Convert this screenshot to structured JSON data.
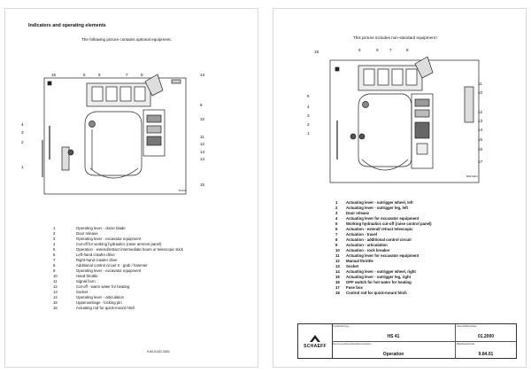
{
  "left_page": {
    "heading": "Indicators and operating elements",
    "subtitle": "The following picture contains optional equipment.",
    "figure_ref": "B4100",
    "callouts": [
      "1",
      "2",
      "3",
      "4",
      "5",
      "6",
      "7",
      "8",
      "9",
      "10",
      "11",
      "12",
      "13",
      "14",
      "15",
      "16"
    ],
    "legend": [
      {
        "num": "1",
        "text": "Operating lever - dozer blade"
      },
      {
        "num": "2",
        "text": "Door release"
      },
      {
        "num": "3",
        "text": "Operating lever - excavator equipment"
      },
      {
        "num": "4",
        "text": "Cut-off for working hydraulics (raise armrest panel)"
      },
      {
        "num": "5",
        "text": "Operation - extend/retract intermediate boom or telescopic stick"
      },
      {
        "num": "6",
        "text": "Left-hand crawler drive"
      },
      {
        "num": "7",
        "text": "Right-hand crawler drive"
      },
      {
        "num": "8",
        "text": "Additional control circuit II - grab / hammer"
      },
      {
        "num": "9",
        "text": "Operating lever - excavator equipment"
      },
      {
        "num": "10",
        "text": "Hand throttle"
      },
      {
        "num": "11",
        "text": "Signal horn"
      },
      {
        "num": "12",
        "text": "Cut-off - warm water for heating"
      },
      {
        "num": "13",
        "text": "Socket"
      },
      {
        "num": "14",
        "text": "Operating lever - articulation"
      },
      {
        "num": "15",
        "text": "Upperoarriage - locking pin"
      },
      {
        "num": "16",
        "text": "Actuating rod for quick-mount hitch"
      }
    ],
    "doc_ref": "9.84.01/02.2001"
  },
  "right_page": {
    "subtitle": "This picture includes non-standard equipment !",
    "figure_ref": "B8410EN",
    "callouts": [
      "1",
      "2",
      "3",
      "4",
      "5",
      "6",
      "7",
      "8",
      "9",
      "10",
      "11",
      "12",
      "13",
      "14",
      "15",
      "16",
      "17",
      "18"
    ],
    "legend": [
      {
        "num": "1",
        "text": "Actuating lever - outrigger wheel, left"
      },
      {
        "num": "2",
        "text": "Actuating lever - outrigger leg, left"
      },
      {
        "num": "3",
        "text": "Door release"
      },
      {
        "num": "4",
        "text": "Actuating lever for excavator equipment"
      },
      {
        "num": "5",
        "text": "Working hydraulics cut-off (raise control panel)"
      },
      {
        "num": "6",
        "text": "Actuation - extend/ retract telescopic"
      },
      {
        "num": "7",
        "text": "Actuation - travel"
      },
      {
        "num": "8",
        "text": "Actuation - additional control circuit"
      },
      {
        "num": "9",
        "text": "Actuation - articulation"
      },
      {
        "num": "10",
        "text": "Actuation - rock breaker"
      },
      {
        "num": "11",
        "text": "Actuating lever for excavator equipment"
      },
      {
        "num": "12",
        "text": "Manual throttle"
      },
      {
        "num": "13",
        "text": "Socket"
      },
      {
        "num": "14",
        "text": "Actuating lever - outrigger wheel, right"
      },
      {
        "num": "15",
        "text": "Actuating lever - outrigger leg, right"
      },
      {
        "num": "16",
        "text": "OFF switch for hot water for heating"
      },
      {
        "num": "17",
        "text": "Fuse box"
      },
      {
        "num": "18",
        "text": "Control rod for quick-mount hitch"
      }
    ],
    "title_block": {
      "brand": "SCHAEFF",
      "type_label": "Typ/Model/Type",
      "type_value": "HS 41",
      "date_label": "Datum/Edition/Data",
      "date_value": "01.2000",
      "desc_label": "Benennung/Description/Dénomination",
      "desc_value": "Operation",
      "page_label": "Blatt/Page/Feuille",
      "page_value": "9.84.01"
    }
  }
}
